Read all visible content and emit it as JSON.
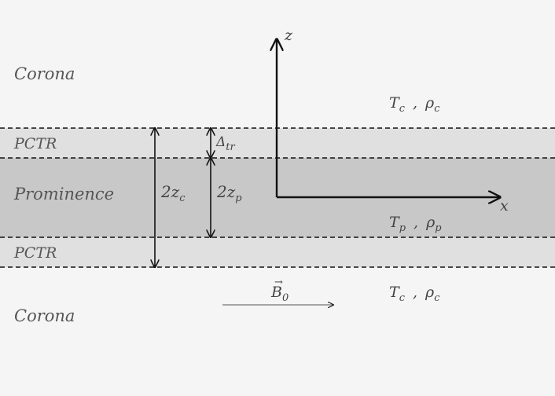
{
  "regions": {
    "corona_top": "Corona",
    "pctr_top": "PCTR",
    "prominence": "Prominence",
    "pctr_bottom": "PCTR",
    "corona_bottom": "Corona"
  },
  "axes": {
    "z": "z",
    "x": "x"
  },
  "dimensions": {
    "two_zc": {
      "base": "2z",
      "sub": "c"
    },
    "two_zp": {
      "base": "2z",
      "sub": "p"
    },
    "delta_tr": {
      "base": "Δ",
      "sub": "tr"
    }
  },
  "params": {
    "corona_top": {
      "T": "T",
      "T_sub": "c",
      "sep": ",",
      "rho": "ρ",
      "rho_sub": "c"
    },
    "prominence": {
      "T": "T",
      "T_sub": "p",
      "sep": ",",
      "rho": "ρ",
      "rho_sub": "p"
    },
    "corona_bottom": {
      "T": "T",
      "T_sub": "c",
      "sep": ",",
      "rho": "ρ",
      "rho_sub": "c"
    }
  },
  "field": {
    "vec": "→",
    "base": "B",
    "sub": "0"
  },
  "colors": {
    "background": "#f5f5f5",
    "pctr_band": "#e0e0e0",
    "prominence_band": "#c8c8c8",
    "lines": "#111111"
  }
}
